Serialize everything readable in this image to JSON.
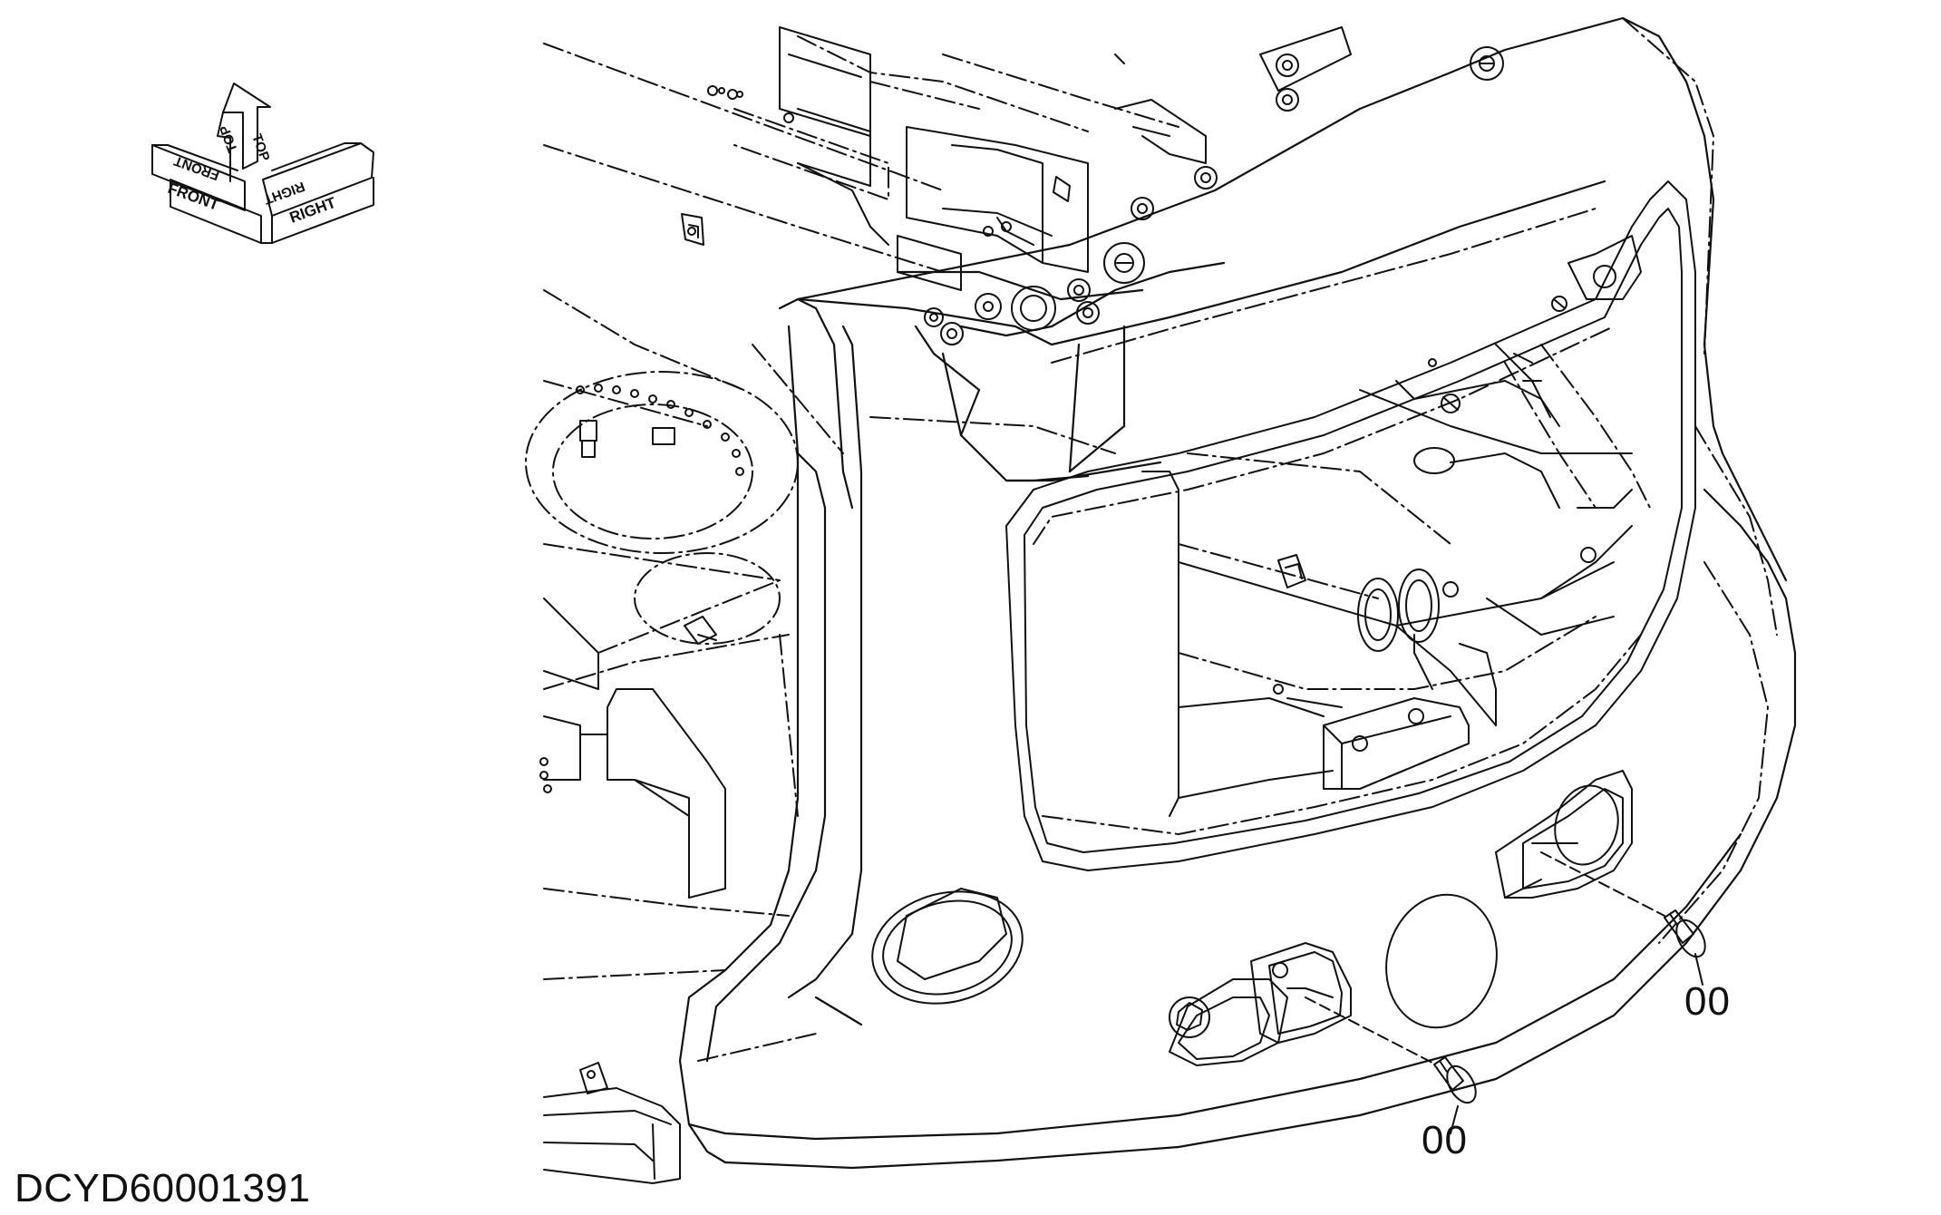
{
  "orientation_icon": {
    "labels": {
      "front": "FRONT",
      "top": "TOP",
      "right": "RIGHT",
      "front_mirror": "FRONT",
      "top_mirror": "TOP",
      "right_mirror": "RIGHT"
    }
  },
  "callouts": [
    {
      "label": "00"
    },
    {
      "label": "00"
    }
  ],
  "document_id": "DCYD60001391",
  "colors": {
    "line": "#111111",
    "background": "#ffffff"
  }
}
